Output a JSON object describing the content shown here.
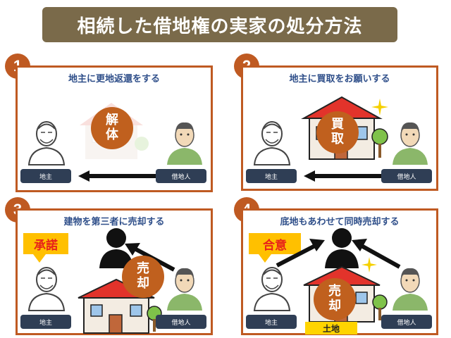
{
  "title": "相続した借地権の実家の処分方法",
  "panels": [
    {
      "number": "1",
      "title": "地主に更地返還をする",
      "left_label": "地主",
      "right_label": "借地人",
      "badge": [
        "解",
        "体"
      ]
    },
    {
      "number": "2",
      "title": "地主に買取をお願いする",
      "left_label": "地主",
      "right_label": "借地人",
      "badge": [
        "買",
        "取"
      ]
    },
    {
      "number": "3",
      "title": "建物を第三者に売却する",
      "left_label": "地主",
      "right_label": "借地人",
      "badge": [
        "売",
        "却"
      ],
      "callout": "承諾"
    },
    {
      "number": "4",
      "title": "底地もあわせて同時売却する",
      "left_label": "地主",
      "right_label": "借地人",
      "badge": [
        "売",
        "却"
      ],
      "callout": "合意",
      "land_label": "土地"
    }
  ],
  "colors": {
    "title_bg": "#7a6a4a",
    "panel_border": "#bf5a22",
    "badge": "#c0601e",
    "panel_title": "#2f4f8a",
    "label_pill": "#2f3e55",
    "callout_bg": "#ffc000",
    "callout_text": "#e8231a",
    "land_bg": "#ffd400"
  }
}
